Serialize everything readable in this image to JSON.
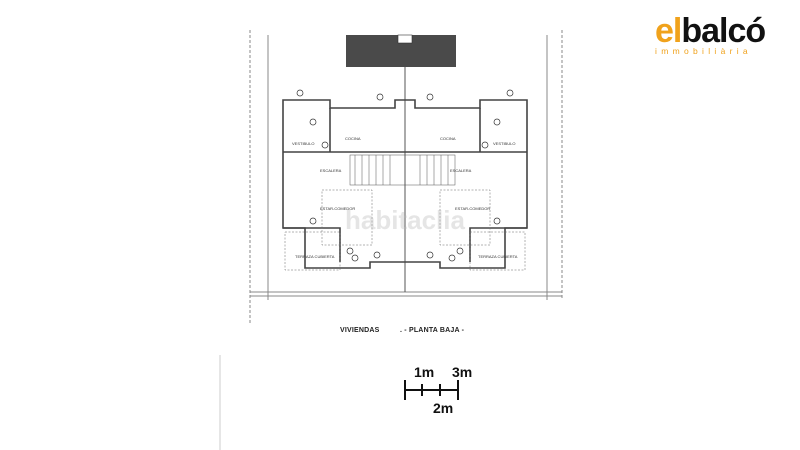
{
  "logo": {
    "brand_prefix": "el",
    "brand_rest": "balcó",
    "tagline": "immobiliària"
  },
  "watermark": "habitaclia",
  "plan": {
    "rooms_left": [
      "VESTIBULO",
      "COCINA",
      "ESCALERA",
      "ESTAR-COMEDOR",
      "TERRAZA CUBIERTA"
    ],
    "rooms_right": [
      "VESTIBULO",
      "COCINA",
      "ESCALERA",
      "ESTAR-COMEDOR",
      "TERRAZA CUBIERTA"
    ],
    "title_left": "VIVIENDAS",
    "title_right": ". - PLANTA BAJA -"
  },
  "scale_bar": {
    "label_1": "1m",
    "label_2": "2m",
    "label_3": "3m"
  },
  "colors": {
    "logo_accent": "#f0a21c",
    "logo_dark": "#111111",
    "parking_box": "#4a4a4a"
  }
}
